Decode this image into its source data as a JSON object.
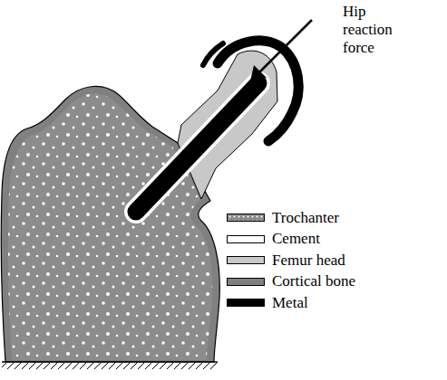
{
  "diagram": {
    "labels": [
      "Hip reaction force"
    ],
    "legend": [
      {
        "text": "Trochanter",
        "color": "#8c8c8c"
      },
      {
        "text": "Cement",
        "color": "#ffffff"
      },
      {
        "text": "Femur head",
        "color": "#c8c8c8"
      },
      {
        "text": "Cortical bone",
        "color": "#808080"
      },
      {
        "text": "Metal",
        "color": "#000000"
      }
    ]
  }
}
